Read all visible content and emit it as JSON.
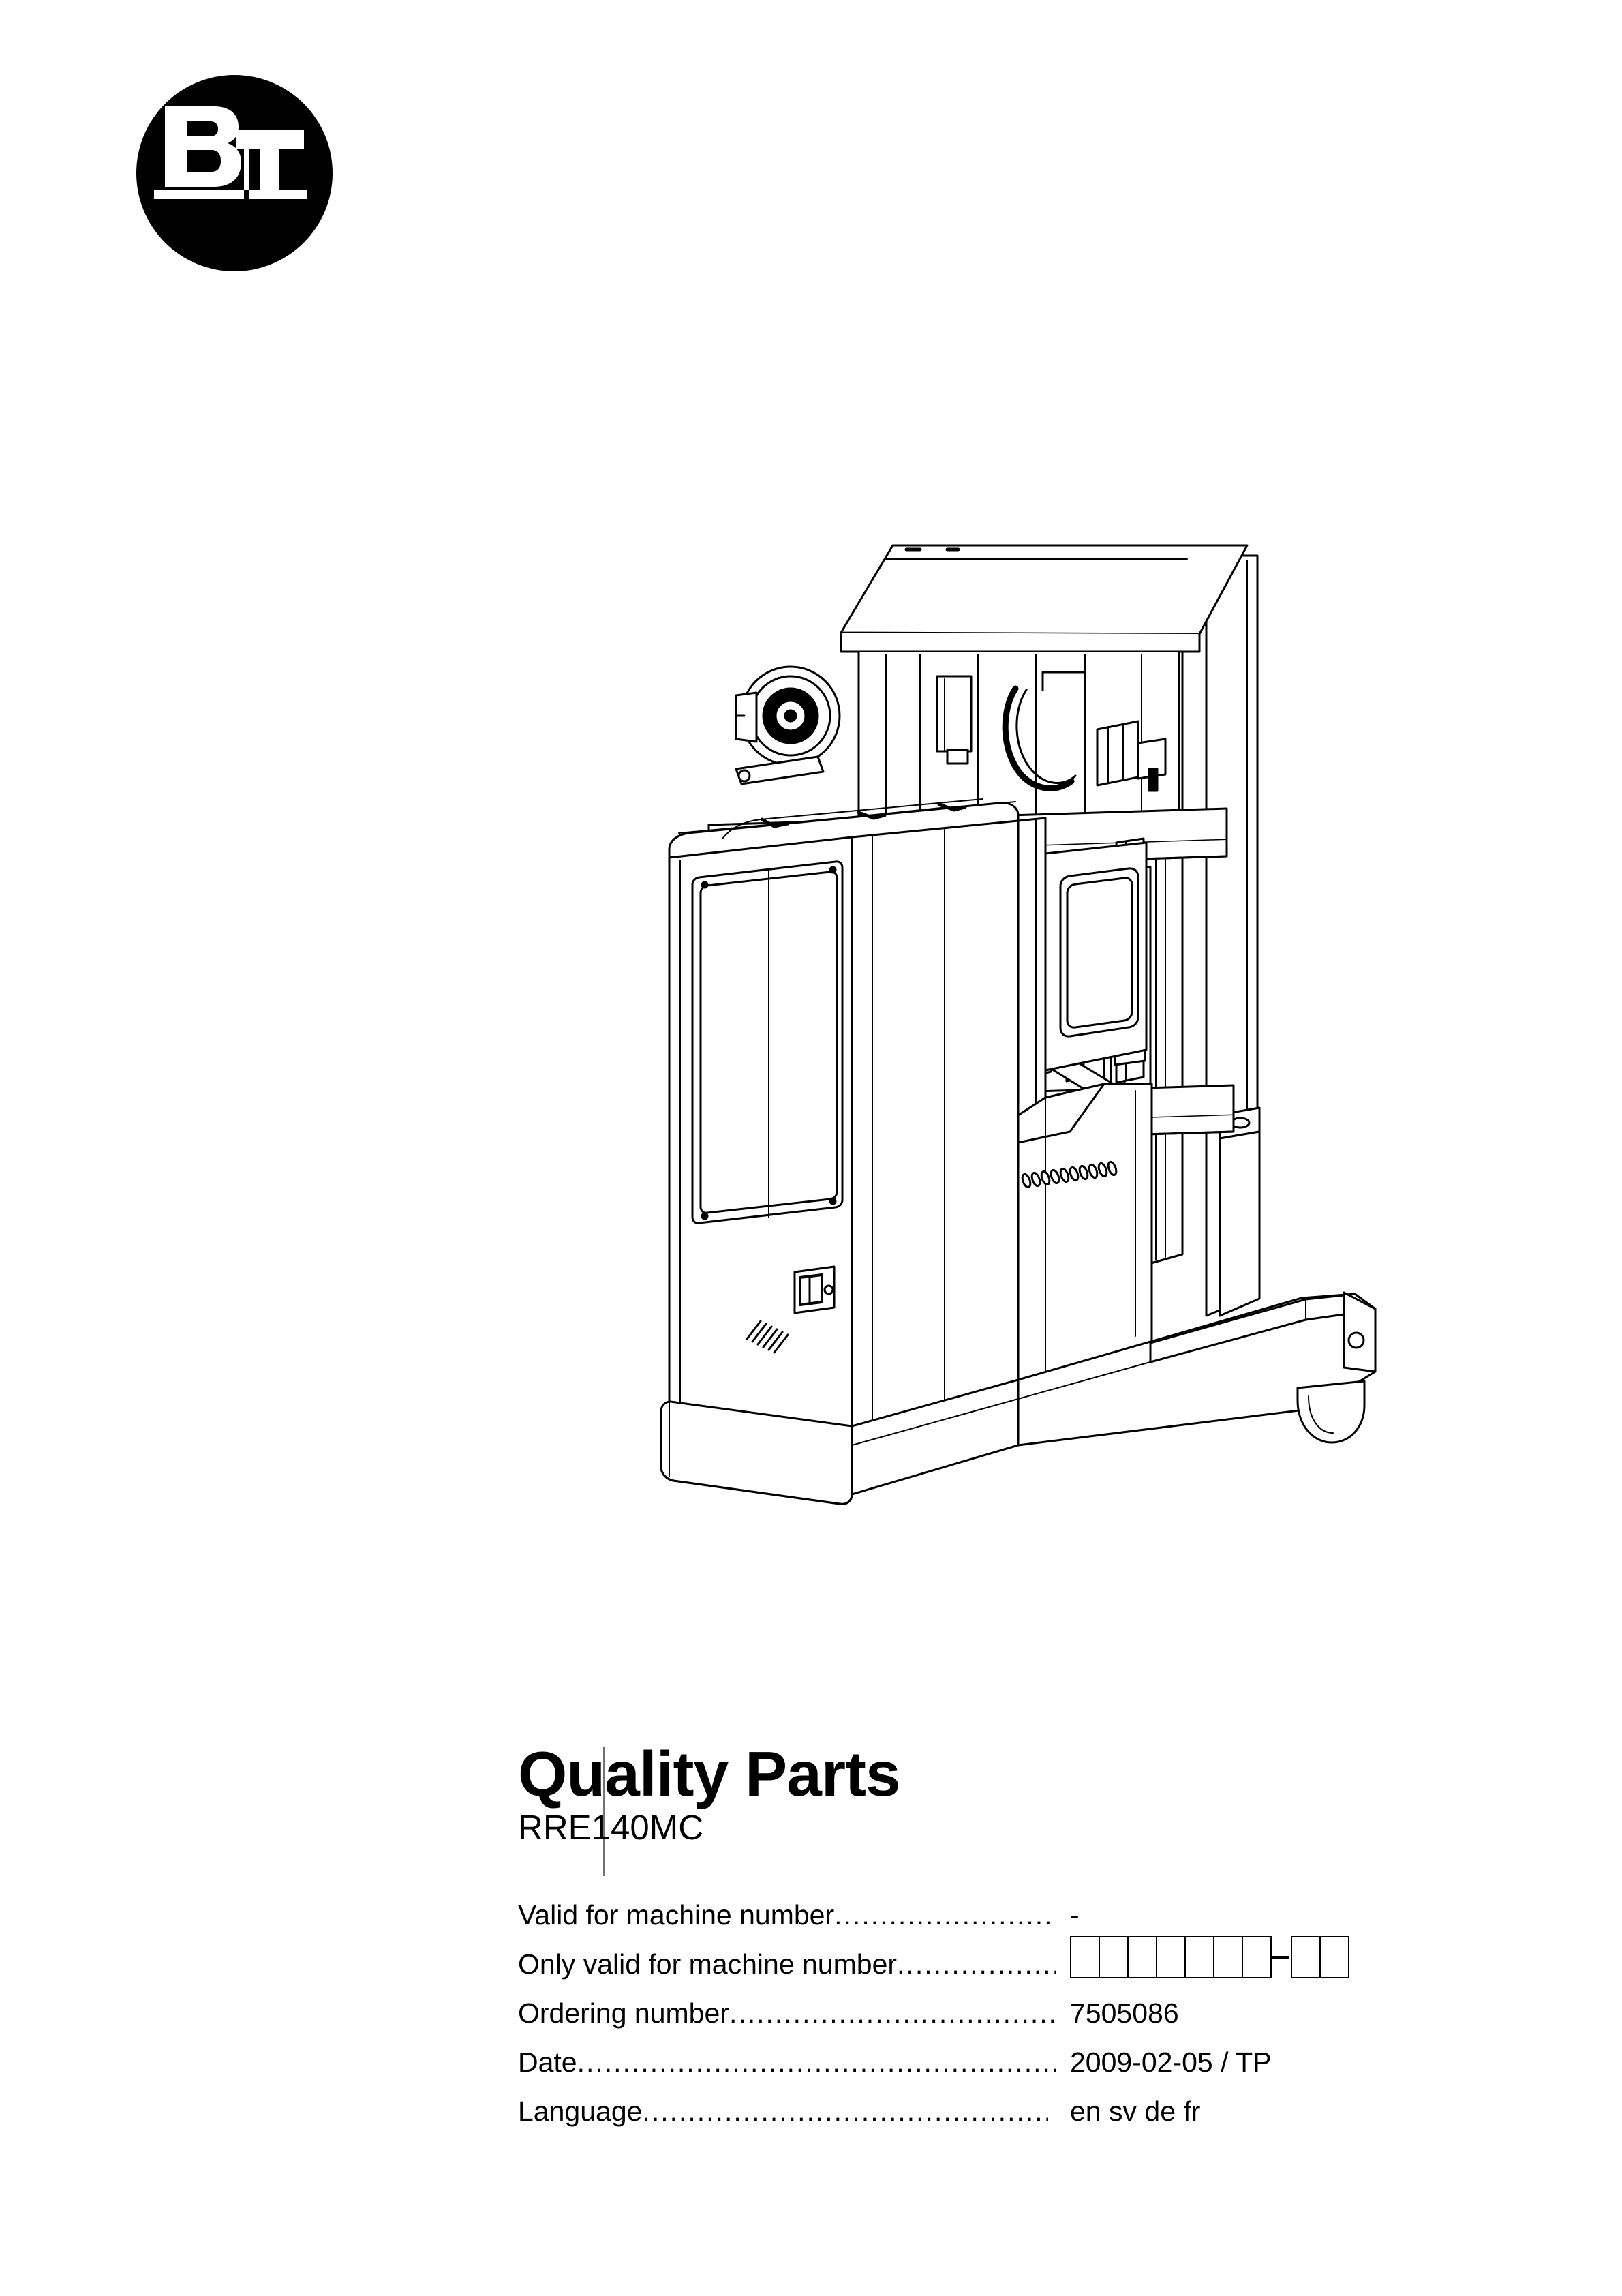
{
  "brand": {
    "logo_name": "bt-logo",
    "letters": "BT",
    "logo_color": "#000000"
  },
  "illustration": {
    "name": "reach-truck-forklift-line-drawing",
    "alt": "BT RRE140MC reach truck technical line drawing"
  },
  "document": {
    "title": "Quality Parts",
    "model": "RRE140MC"
  },
  "spec_rows": [
    {
      "label": "Valid for machine number",
      "leader": "....................................................",
      "value": "-",
      "type": "text"
    },
    {
      "label": "Only valid for machine number",
      "leader": "............................................",
      "value": "",
      "type": "boxes",
      "boxes_before_dash": 7,
      "boxes_after_dash": 2
    },
    {
      "label": "Ordering number ",
      "leader": "...........................................",
      "value": "7505086",
      "type": "text"
    },
    {
      "label": "Date ",
      "leader": "....................................................................",
      "value": "2009-02-05 / TP",
      "type": "text"
    },
    {
      "label": "Language",
      "leader": "..........................................................",
      "value": "en sv de fr",
      "type": "text"
    }
  ]
}
